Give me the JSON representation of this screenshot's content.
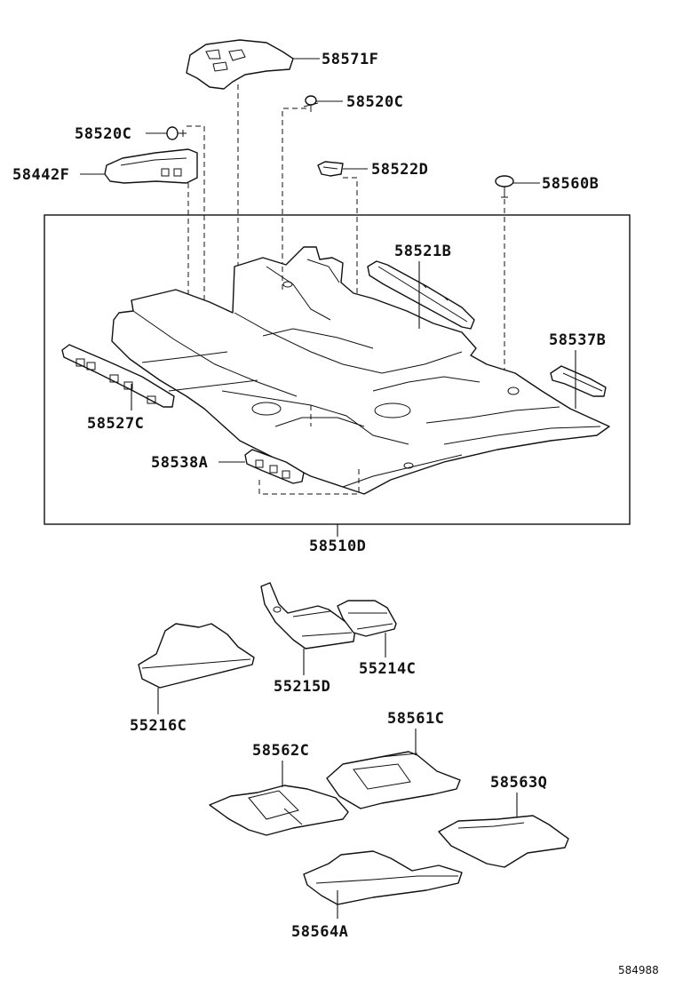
{
  "diagram_code": "584988",
  "callouts": [
    {
      "id": "p58571f",
      "text": "58571F"
    },
    {
      "id": "p58520c_top",
      "text": "58520C"
    },
    {
      "id": "p58520c_left",
      "text": "58520C"
    },
    {
      "id": "p58442f",
      "text": "58442F"
    },
    {
      "id": "p58522d",
      "text": "58522D"
    },
    {
      "id": "p58560b",
      "text": "58560B"
    },
    {
      "id": "p58521b",
      "text": "58521B"
    },
    {
      "id": "p58537b",
      "text": "58537B"
    },
    {
      "id": "p58527c",
      "text": "58527C"
    },
    {
      "id": "p58538a",
      "text": "58538A"
    },
    {
      "id": "p58510d",
      "text": "58510D"
    },
    {
      "id": "p55215d",
      "text": "55215D"
    },
    {
      "id": "p55214c",
      "text": "55214C"
    },
    {
      "id": "p55216c",
      "text": "55216C"
    },
    {
      "id": "p58561c",
      "text": "58561C"
    },
    {
      "id": "p58562c",
      "text": "58562C"
    },
    {
      "id": "p58563q",
      "text": "58563Q"
    },
    {
      "id": "p58564a",
      "text": "58564A"
    }
  ]
}
